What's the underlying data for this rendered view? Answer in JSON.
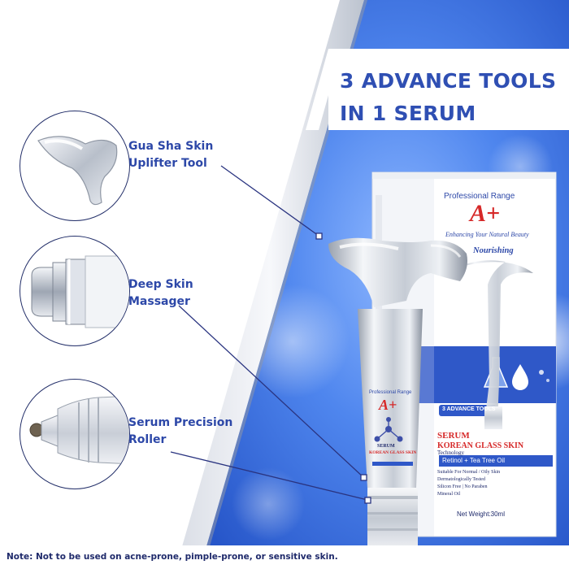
{
  "headline": {
    "line1": "3 ADVANCE TOOLS",
    "line2": "IN 1 SERUM"
  },
  "tools": [
    {
      "line1": "Gua Sha Skin",
      "line2": "Uplifter Tool",
      "icon": "gua-sha-head-icon"
    },
    {
      "line1": "Deep Skin",
      "line2": "Massager",
      "icon": "massager-tip-icon"
    },
    {
      "line1": "Serum Precision",
      "line2": "Roller",
      "icon": "roller-tip-icon"
    }
  ],
  "box": {
    "range": "Professional Range",
    "brand": "A+",
    "tagline": "Enhancing Your Natural Beauty",
    "variant": "Nourishing",
    "tools_badge": "3 ADVANCE TOOLS",
    "product_word": "SERUM",
    "product_name": "KOREAN GLASS SKIN",
    "technology": "Technology",
    "ingredients": "Retinol + Tea Tree Oil",
    "claims": [
      "Suitable For Normal / Oily Skin",
      "Dermatologically Tested",
      "Silicon Free | No Paraben",
      "Mineral Oil"
    ],
    "net_weight": "Net Weight:30ml"
  },
  "tube": {
    "range": "Professional Range",
    "brand": "A+",
    "word": "SERUM",
    "name": "KOREAN GLASS SKIN"
  },
  "note": "Note: Not to be used on acne-prone, pimple-prone, or sensitive skin.",
  "colors": {
    "accent_blue": "#2f4fb3",
    "label_blue": "#2d48a8",
    "brand_red": "#d62828",
    "background_blue": "#3e73e6",
    "note_navy": "#1f2a6b"
  }
}
